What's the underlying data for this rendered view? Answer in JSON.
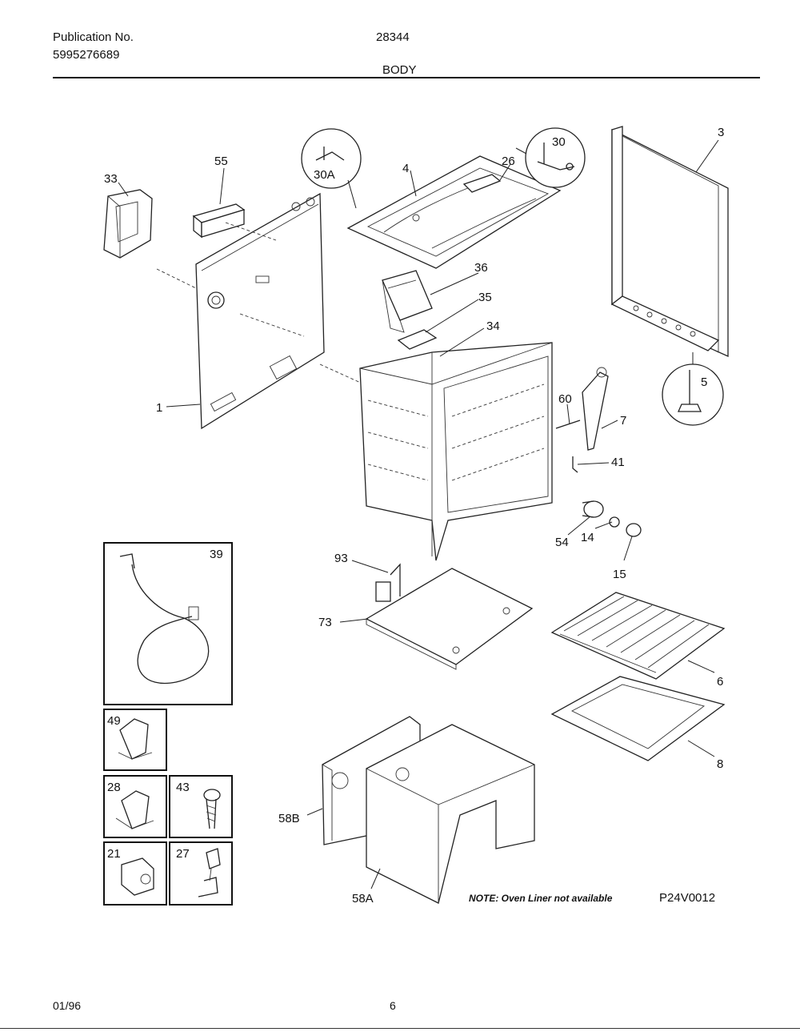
{
  "header": {
    "publication_label": "Publication No.",
    "publication_number": "5995276689",
    "model": "28344",
    "section": "BODY"
  },
  "labels": {
    "p1": "1",
    "p3": "3",
    "p4": "4",
    "p5": "5",
    "p6": "6",
    "p7": "7",
    "p8": "8",
    "p14": "14",
    "p15": "15",
    "p21": "21",
    "p26": "26",
    "p27": "27",
    "p28": "28",
    "p30": "30",
    "p30a": "30A",
    "p33": "33",
    "p34": "34",
    "p35": "35",
    "p36": "36",
    "p39": "39",
    "p41": "41",
    "p43": "43",
    "p49": "49",
    "p54": "54",
    "p55": "55",
    "p58a": "58A",
    "p58b": "58B",
    "p60": "60",
    "p73": "73",
    "p93": "93"
  },
  "note": "NOTE: Oven Liner not available",
  "diagram_code": "P24V0012",
  "footer": {
    "date": "01/96",
    "page": "6"
  }
}
